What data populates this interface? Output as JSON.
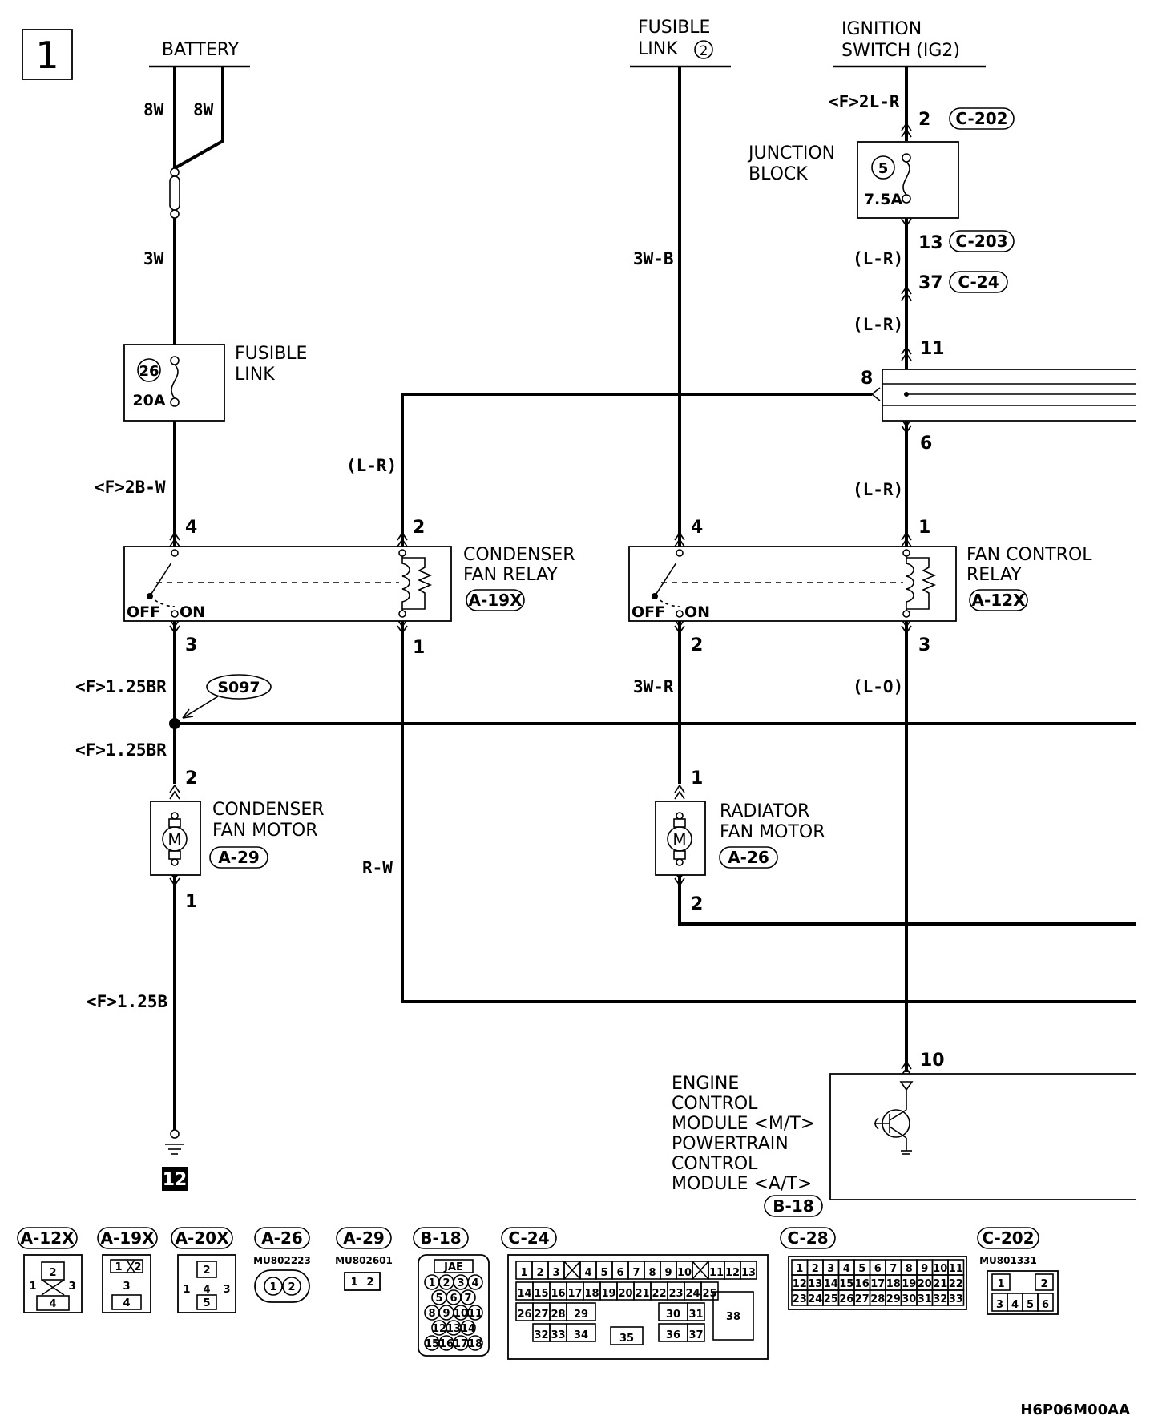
{
  "diagram": {
    "page_number": "1",
    "page_ref": "12",
    "figure_code": "H6P06M00AA",
    "sources": {
      "battery": "BATTERY",
      "fusible_link_2_line1": "FUSIBLE",
      "fusible_link_2_line2": "LINK",
      "fusible_link_2_num": "2",
      "ignition_line1": "IGNITION",
      "ignition_line2": "SWITCH (IG2)"
    },
    "components": {
      "fusible_link_26": {
        "line1": "FUSIBLE",
        "line2": "LINK",
        "number": "26",
        "rating": "20A"
      },
      "junction_block": {
        "line1": "JUNCTION",
        "line2": "BLOCK",
        "number": "5",
        "rating": "7.5A"
      },
      "condenser_fan_relay": {
        "line1": "CONDENSER",
        "line2": "FAN RELAY",
        "connector": "A-19X",
        "off": "OFF",
        "on": "ON"
      },
      "fan_control_relay": {
        "line1": "FAN CONTROL",
        "line2": "RELAY",
        "connector": "A-12X",
        "off": "OFF",
        "on": "ON"
      },
      "condenser_fan_motor": {
        "line1": "CONDENSER",
        "line2": "FAN MOTOR",
        "connector": "A-29",
        "symbol": "M"
      },
      "radiator_fan_motor": {
        "line1": "RADIATOR",
        "line2": "FAN MOTOR",
        "connector": "A-26",
        "symbol": "M"
      },
      "ecm": {
        "line1": "ENGINE",
        "line2": "CONTROL",
        "line3": "MODULE <M/T>",
        "line4": "POWERTRAIN",
        "line5": "CONTROL",
        "line6": "MODULE <A/T>",
        "connector": "B-18"
      },
      "splice": "S097"
    },
    "wire_labels": {
      "bat_8w_a": "8W",
      "bat_8w_b": "8W",
      "w_3w": "3W",
      "w_2bw": "<F>2B-W",
      "w_125br_a": "<F>1.25BR",
      "w_125br_b": "<F>1.25BR",
      "w_125b": "<F>1.25B",
      "w_lr_relay": "(L-R)",
      "w_rw": "R-W",
      "w_3wb": "3W-B",
      "w_3wr": "3W-R",
      "w_2lr": "<F>2L-R",
      "w_lr_1": "(L-R)",
      "w_lr_2": "(L-R)",
      "w_lr_3": "(L-R)",
      "w_lo": "(L-O)"
    },
    "pins": {
      "ign_2": "2",
      "jb_13": "13",
      "c24_37": "37",
      "p11": "11",
      "p8": "8",
      "p6": "6",
      "cfr_4": "4",
      "cfr_2": "2",
      "cfr_3": "3",
      "cfr_1": "1",
      "fcr_4": "4",
      "fcr_1": "1",
      "fcr_2": "2",
      "fcr_3": "3",
      "cfm_2": "2",
      "cfm_1": "1",
      "rfm_1": "1",
      "rfm_2": "2",
      "ecm_10": "10"
    },
    "connector_refs": {
      "c202": "C-202",
      "c203": "C-203",
      "c24": "C-24"
    },
    "connector_views": {
      "a12x": {
        "label": "A-12X",
        "pins": [
          "1",
          "2",
          "3",
          "4"
        ]
      },
      "a19x": {
        "label": "A-19X",
        "pins": [
          "1",
          "2",
          "3",
          "4"
        ]
      },
      "a20x": {
        "label": "A-20X",
        "pins": [
          "1",
          "2",
          "3",
          "4",
          "5"
        ]
      },
      "a26": {
        "label": "A-26",
        "part": "MU802223",
        "pins": [
          "1",
          "2"
        ]
      },
      "a29": {
        "label": "A-29",
        "part": "MU802601",
        "pins": [
          "1",
          "2"
        ]
      },
      "b18": {
        "label": "B-18",
        "maker": "JAE",
        "rows": [
          [
            "1",
            "2",
            "3",
            "4"
          ],
          [
            "5",
            "6",
            "7"
          ],
          [
            "8",
            "9",
            "10",
            "11"
          ],
          [
            "12",
            "13",
            "14"
          ],
          [
            "15",
            "16",
            "17",
            "18"
          ]
        ]
      },
      "c24": {
        "label": "C-24",
        "row1": [
          "1",
          "2",
          "3",
          "",
          "4",
          "5",
          "6",
          "7",
          "8",
          "9",
          "10",
          "",
          "11",
          "12",
          "13"
        ],
        "row2": [
          "14",
          "15",
          "16",
          "17",
          "18",
          "19",
          "20",
          "21",
          "22",
          "23",
          "24",
          "25"
        ],
        "row3": [
          "26",
          "27",
          "28",
          "29",
          "30",
          "31"
        ],
        "row4": [
          "32",
          "33",
          "34",
          "35",
          "36",
          "37"
        ],
        "big": "38"
      },
      "c28": {
        "label": "C-28",
        "rows": [
          [
            "1",
            "2",
            "3",
            "4",
            "5",
            "6",
            "7",
            "8",
            "9",
            "10",
            "11"
          ],
          [
            "12",
            "13",
            "14",
            "15",
            "16",
            "17",
            "18",
            "19",
            "20",
            "21",
            "22"
          ],
          [
            "23",
            "24",
            "25",
            "26",
            "27",
            "28",
            "29",
            "30",
            "31",
            "32",
            "33"
          ]
        ]
      },
      "c202": {
        "label": "C-202",
        "part": "MU801331",
        "row1": [
          "1",
          "2"
        ],
        "row2": [
          "3",
          "4",
          "5",
          "6"
        ]
      }
    }
  }
}
